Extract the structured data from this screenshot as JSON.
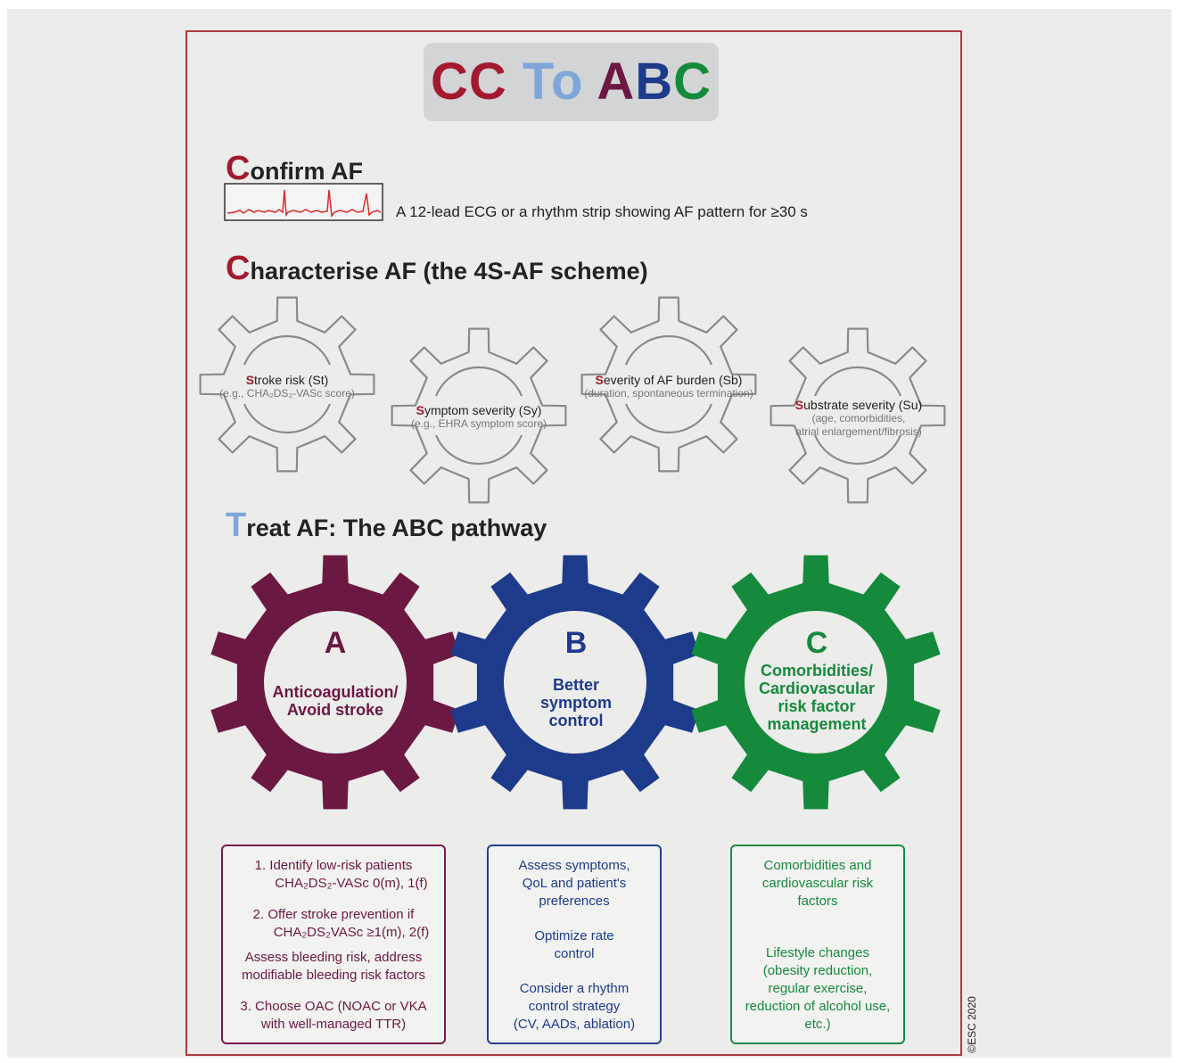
{
  "title": {
    "cc": "CC",
    "to": "To",
    "a": "A",
    "b": "B",
    "c": "C"
  },
  "confirm": {
    "cap": "C",
    "rest": "onfirm AF",
    "caption": "A 12-lead ECG or a rhythm strip showing AF pattern for ≥30 s"
  },
  "characterise": {
    "cap": "C",
    "rest": "haracterise AF (the 4S-AF scheme)"
  },
  "scheme": [
    {
      "s": "S",
      "title": "troke risk (St)",
      "sub1": "(e.g., CHA₂DS₂-VASc score)",
      "sub2": ""
    },
    {
      "s": "S",
      "title": "ymptom severity (Sy)",
      "sub1": "(e.g., EHRA symptom score)",
      "sub2": ""
    },
    {
      "s": "S",
      "title": "everity of AF burden (Sb)",
      "sub1": "(duration, spontaneous termination)",
      "sub2": ""
    },
    {
      "s": "S",
      "title": "ubstrate severity (Su)",
      "sub1": "(age, comorbidities,",
      "sub2": "atrial enlargement/fibrosis)"
    }
  ],
  "treat": {
    "cap": "T",
    "rest": "reat AF: The ABC pathway"
  },
  "abc": [
    {
      "letter": "A",
      "l1": "Anticoagulation/",
      "l2": "Avoid stroke",
      "l3": "",
      "l4": ""
    },
    {
      "letter": "B",
      "l1": "Better",
      "l2": "symptom",
      "l3": "control",
      "l4": ""
    },
    {
      "letter": "C",
      "l1": "Comorbidities/",
      "l2": "Cardiovascular",
      "l3": "risk factor",
      "l4": "management"
    }
  ],
  "boxes": {
    "a": [
      "1. Identify low-risk patients",
      "CHA₂DS₂-VASc 0(m), 1(f)",
      "2. Offer stroke prevention if",
      "CHA₂DS₂VASc ≥1(m), 2(f)",
      "Assess bleeding risk, address",
      "modifiable bleeding risk factors",
      "3. Choose OAC (NOAC or VKA",
      "with well-managed TTR)"
    ],
    "b": [
      "Assess symptoms,",
      "QoL and patient's",
      "preferences",
      "Optimize rate",
      "control",
      "Consider a rhythm",
      "control strategy",
      "(CV, AADs, ablation)"
    ],
    "c": [
      "Comorbidities and",
      "cardiovascular risk",
      "factors",
      "Lifestyle changes",
      "(obesity reduction,",
      "regular exercise,",
      "reduction of alcohol use,",
      "etc.)"
    ]
  },
  "copyright": "©ESC 2020",
  "colors": {
    "red": "#a3192e",
    "lightblue": "#7fa6d8",
    "purple": "#6b1843",
    "navy": "#1e3a8a",
    "green": "#158a3c",
    "gear_outline": "#8a8a8a"
  }
}
